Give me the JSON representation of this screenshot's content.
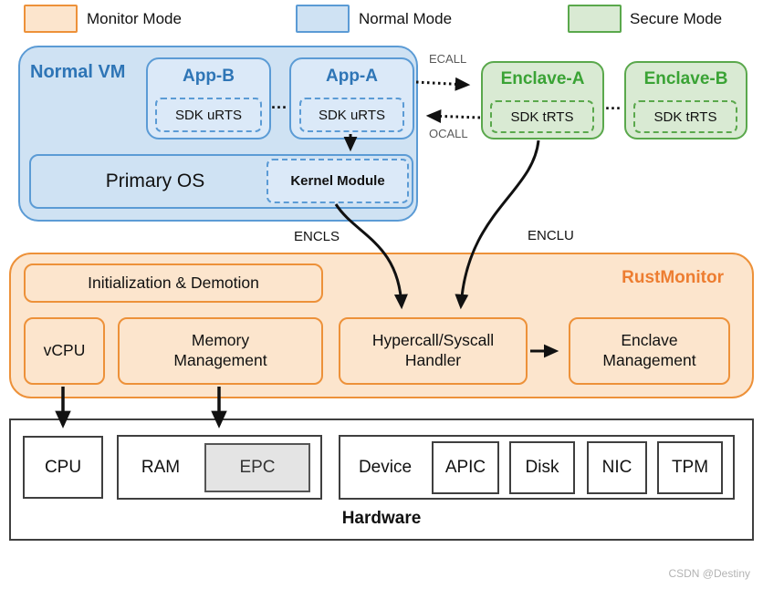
{
  "legend": {
    "items": [
      {
        "label": "Monitor Mode",
        "fill": "#fce5cd",
        "border": "#ed9139"
      },
      {
        "label": "Normal Mode",
        "fill": "#cfe2f3",
        "border": "#5b9bd5"
      },
      {
        "label": "Secure Mode",
        "fill": "#d9ead3",
        "border": "#5aa84c"
      }
    ]
  },
  "normal_vm": {
    "title": "Normal VM",
    "apps": [
      {
        "name": "App-B",
        "sdk": "SDK uRTS"
      },
      {
        "name": "App-A",
        "sdk": "SDK uRTS"
      }
    ],
    "ellipsis": "...",
    "primary_os": "Primary OS",
    "kernel_module": "Kernel Module"
  },
  "enclaves": {
    "items": [
      {
        "name": "Enclave-A",
        "sdk": "SDK tRTS"
      },
      {
        "name": "Enclave-B",
        "sdk": "SDK tRTS"
      }
    ],
    "ellipsis": "..."
  },
  "flow": {
    "ecall": "ECALL",
    "ocall": "OCALL",
    "encls": "ENCLS",
    "enclu": "ENCLU"
  },
  "monitor": {
    "title": "RustMonitor",
    "init": "Initialization & Demotion",
    "vcpu": "vCPU",
    "memory": "Memory Management",
    "hypercall": "Hypercall/Syscall Handler",
    "enclave_mgmt": "Enclave Management",
    "accent_color": "#ed7d31"
  },
  "hardware": {
    "title": "Hardware",
    "cpu": "CPU",
    "ram": "RAM",
    "epc": "EPC",
    "device": "Device",
    "devices": [
      "APIC",
      "Disk",
      "NIC",
      "TPM"
    ]
  },
  "watermark": {
    "text": "CSDN @Destiny"
  }
}
